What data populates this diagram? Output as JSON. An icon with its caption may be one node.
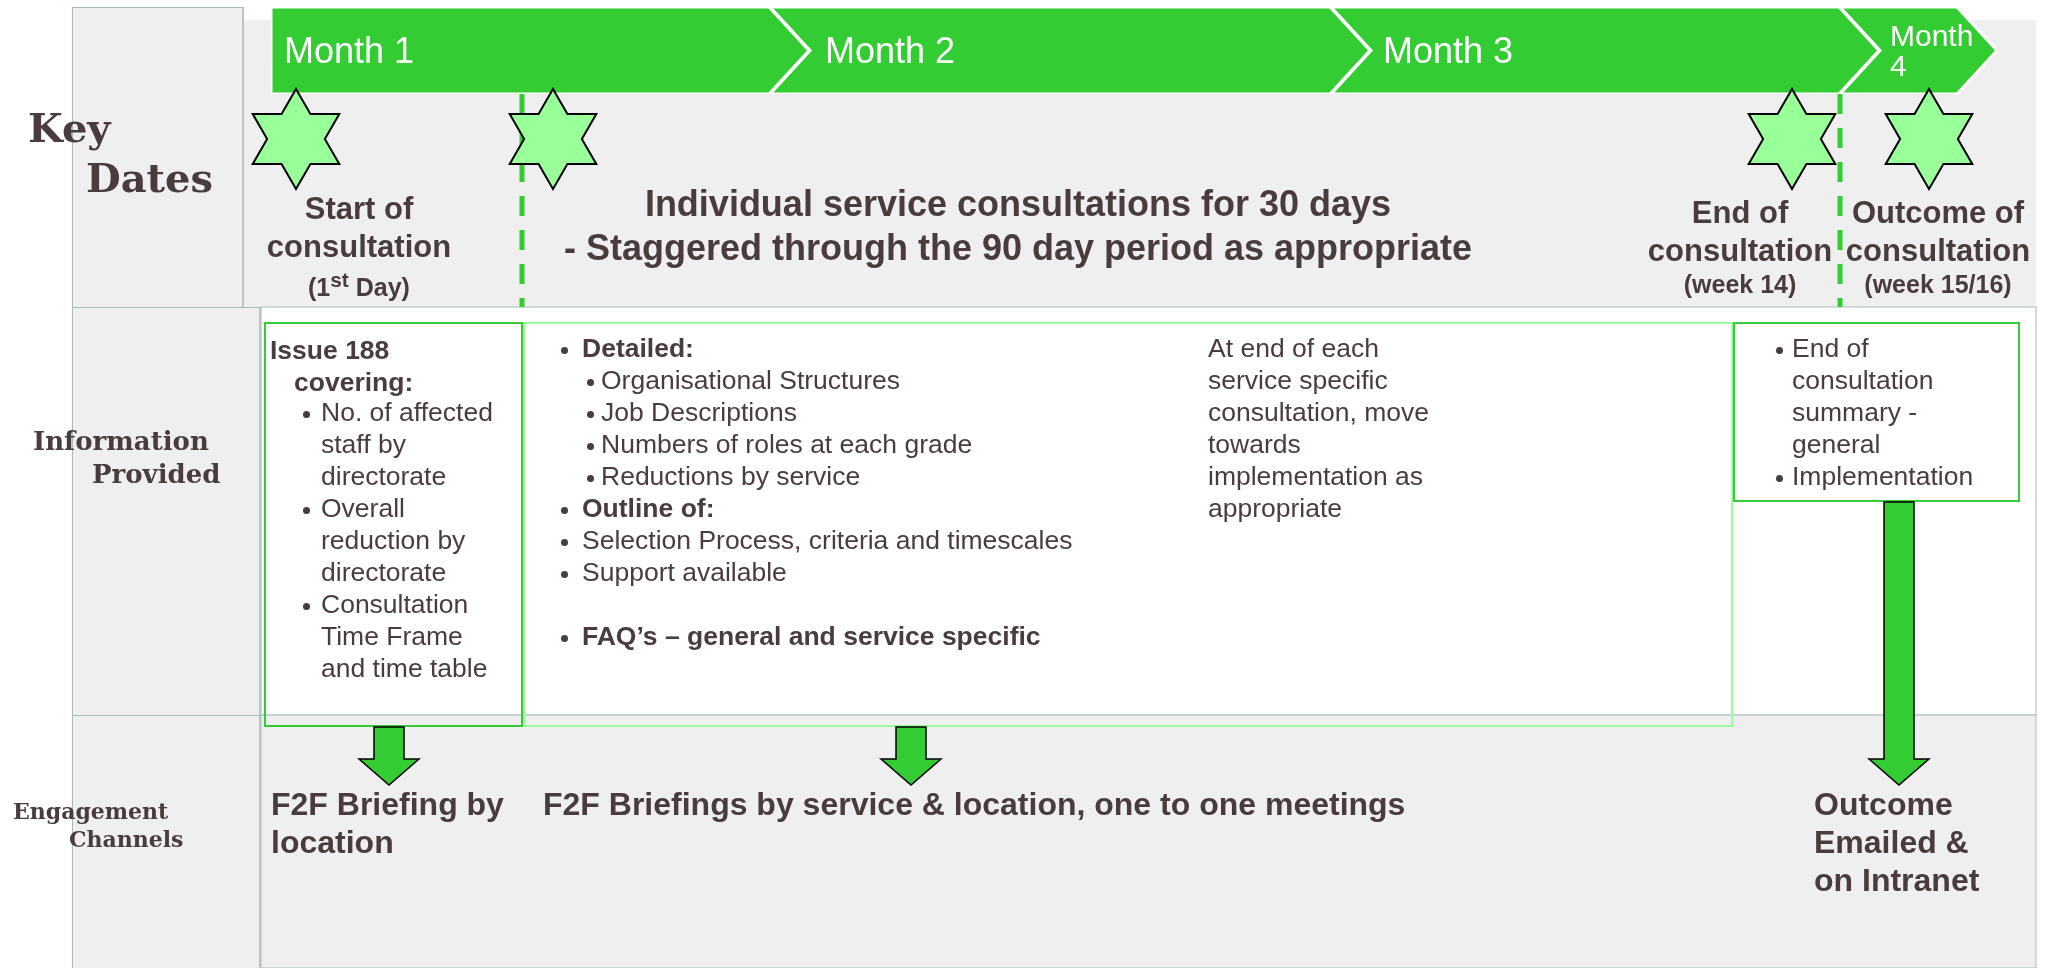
{
  "diagram": {
    "nodes": [
      {
        "text": [
          "Month 1"
        ]
      },
      {
        "text": [
          "Month 2"
        ]
      },
      {
        "text": [
          "Month 3"
        ]
      },
      {
        "text": [
          "Month 4"
        ]
      },
      {
        "text": [
          "Key Dates"
        ]
      },
      {
        "text": [],
        "shape": "star",
        "beside": [
          "Start of consultation",
          "(1$^{st}$ Day)"
        ]
      },
      {
        "text": [],
        "shape": "star"
      },
      {
        "text": [],
        "shape": "star",
        "beside": [
          "End of consultation",
          "(week 14)"
        ]
      },
      {
        "text": [],
        "shape": "star",
        "beside": [
          "Outcome of consultation",
          "(week 15/16)"
        ]
      },
      {
        "text": [
          "Information Provided"
        ]
      },
      {
        "text": [
          "Issue 188 covering:",
          "No. of affected staff by directorate",
          "Overall reduction by directorate",
          "Consultation Time Frame and time table"
        ]
      },
      {
        "text": [
          "Detailed:",
          "Organisational Structures",
          "Job Descriptions",
          "Numbers of roles at each grade",
          "Reductions by service",
          "Outline of:",
          "Selection Process, criteria and timescales",
          "Support available",
          "FAQ’s – general and service specific",
          "At end of each service specific consultation, move towards implementation as appropriate"
        ]
      },
      {
        "text": [
          "End of consultation summary - general",
          "Implementation"
        ]
      },
      {
        "text": [
          "Engagement Channels"
        ]
      },
      {
        "text": [
          "F2F Briefing by location"
        ]
      },
      {
        "text": [
          "F2F Briefings by service & location, one to one meetings"
        ]
      },
      {
        "text": [
          "Outcome Emailed & on Intranet"
        ]
      }
    ],
    "edges": [
      {
        "from": 10,
        "to": 14,
        "arrow": "to"
      },
      {
        "from": 11,
        "to": 15,
        "arrow": "to"
      },
      {
        "from": 12,
        "to": 16,
        "arrow": "to"
      }
    ],
    "labels": [
      "Individual service consultations for 30 days",
      "- Staggered through the 90 day period as appropriate"
    ]
  }
}
